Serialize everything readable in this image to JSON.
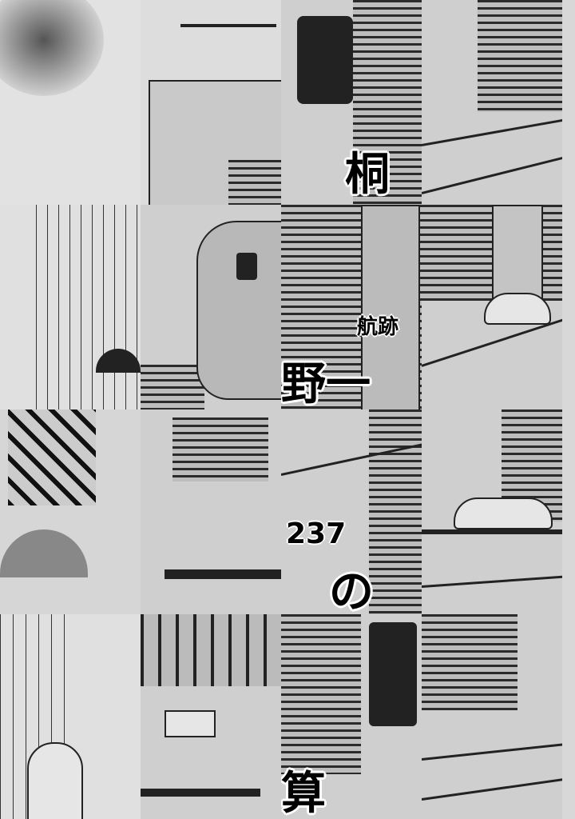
{
  "title_fragments": {
    "top_kanji": "桐",
    "subtitle": "航跡",
    "mid_kanji": "野一",
    "chapter_number": "237",
    "lower_kanji": "の",
    "bottom_kanji": "算"
  },
  "colors": {
    "ink": "#000000",
    "paper": "#d8d8d8"
  }
}
